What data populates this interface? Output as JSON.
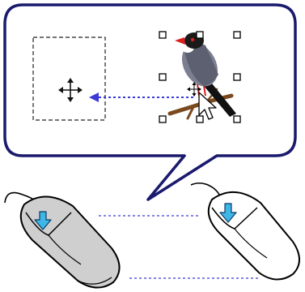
{
  "diagram": {
    "topic": "drag-to-move-picture",
    "steps": [
      "press-mouse-button-on-picture",
      "drag-to-new-position",
      "release-mouse-button"
    ],
    "icons": {
      "move_cursor": "four-way-move-arrow-icon",
      "pointer": "arrow-pointer-icon",
      "press_arrow": "down-arrow-icon",
      "picture": "sparrow-bird-clipart"
    },
    "colors": {
      "outline": "#1a1a6e",
      "drag_line": "#3a3ad8",
      "press_arrow": "#3fb7e6",
      "mouse_pressed": "#cfcfcf",
      "mouse_released": "#ffffff"
    }
  }
}
